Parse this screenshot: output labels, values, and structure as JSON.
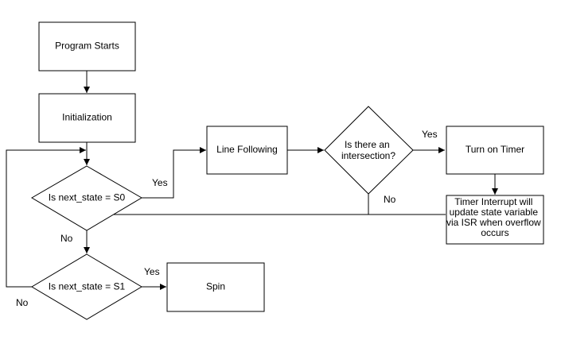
{
  "nodes": {
    "program_starts": "Program Starts",
    "initialization": "Initialization",
    "line_following": "Line Following",
    "intersection_q": [
      "Is there an",
      "intersection?"
    ],
    "turn_on_timer": "Turn on Timer",
    "timer_interrupt": [
      "Timer Interrupt will",
      "update state variable",
      "via ISR when overflow",
      "occurs"
    ],
    "is_s0": "Is next_state = S0",
    "is_s1": "Is next_state = S1",
    "spin": "Spin"
  },
  "edge_labels": {
    "s0_yes": "Yes",
    "s0_no": "No",
    "intersection_yes": "Yes",
    "intersection_no": "No",
    "s1_yes": "Yes",
    "s1_no": "No"
  }
}
